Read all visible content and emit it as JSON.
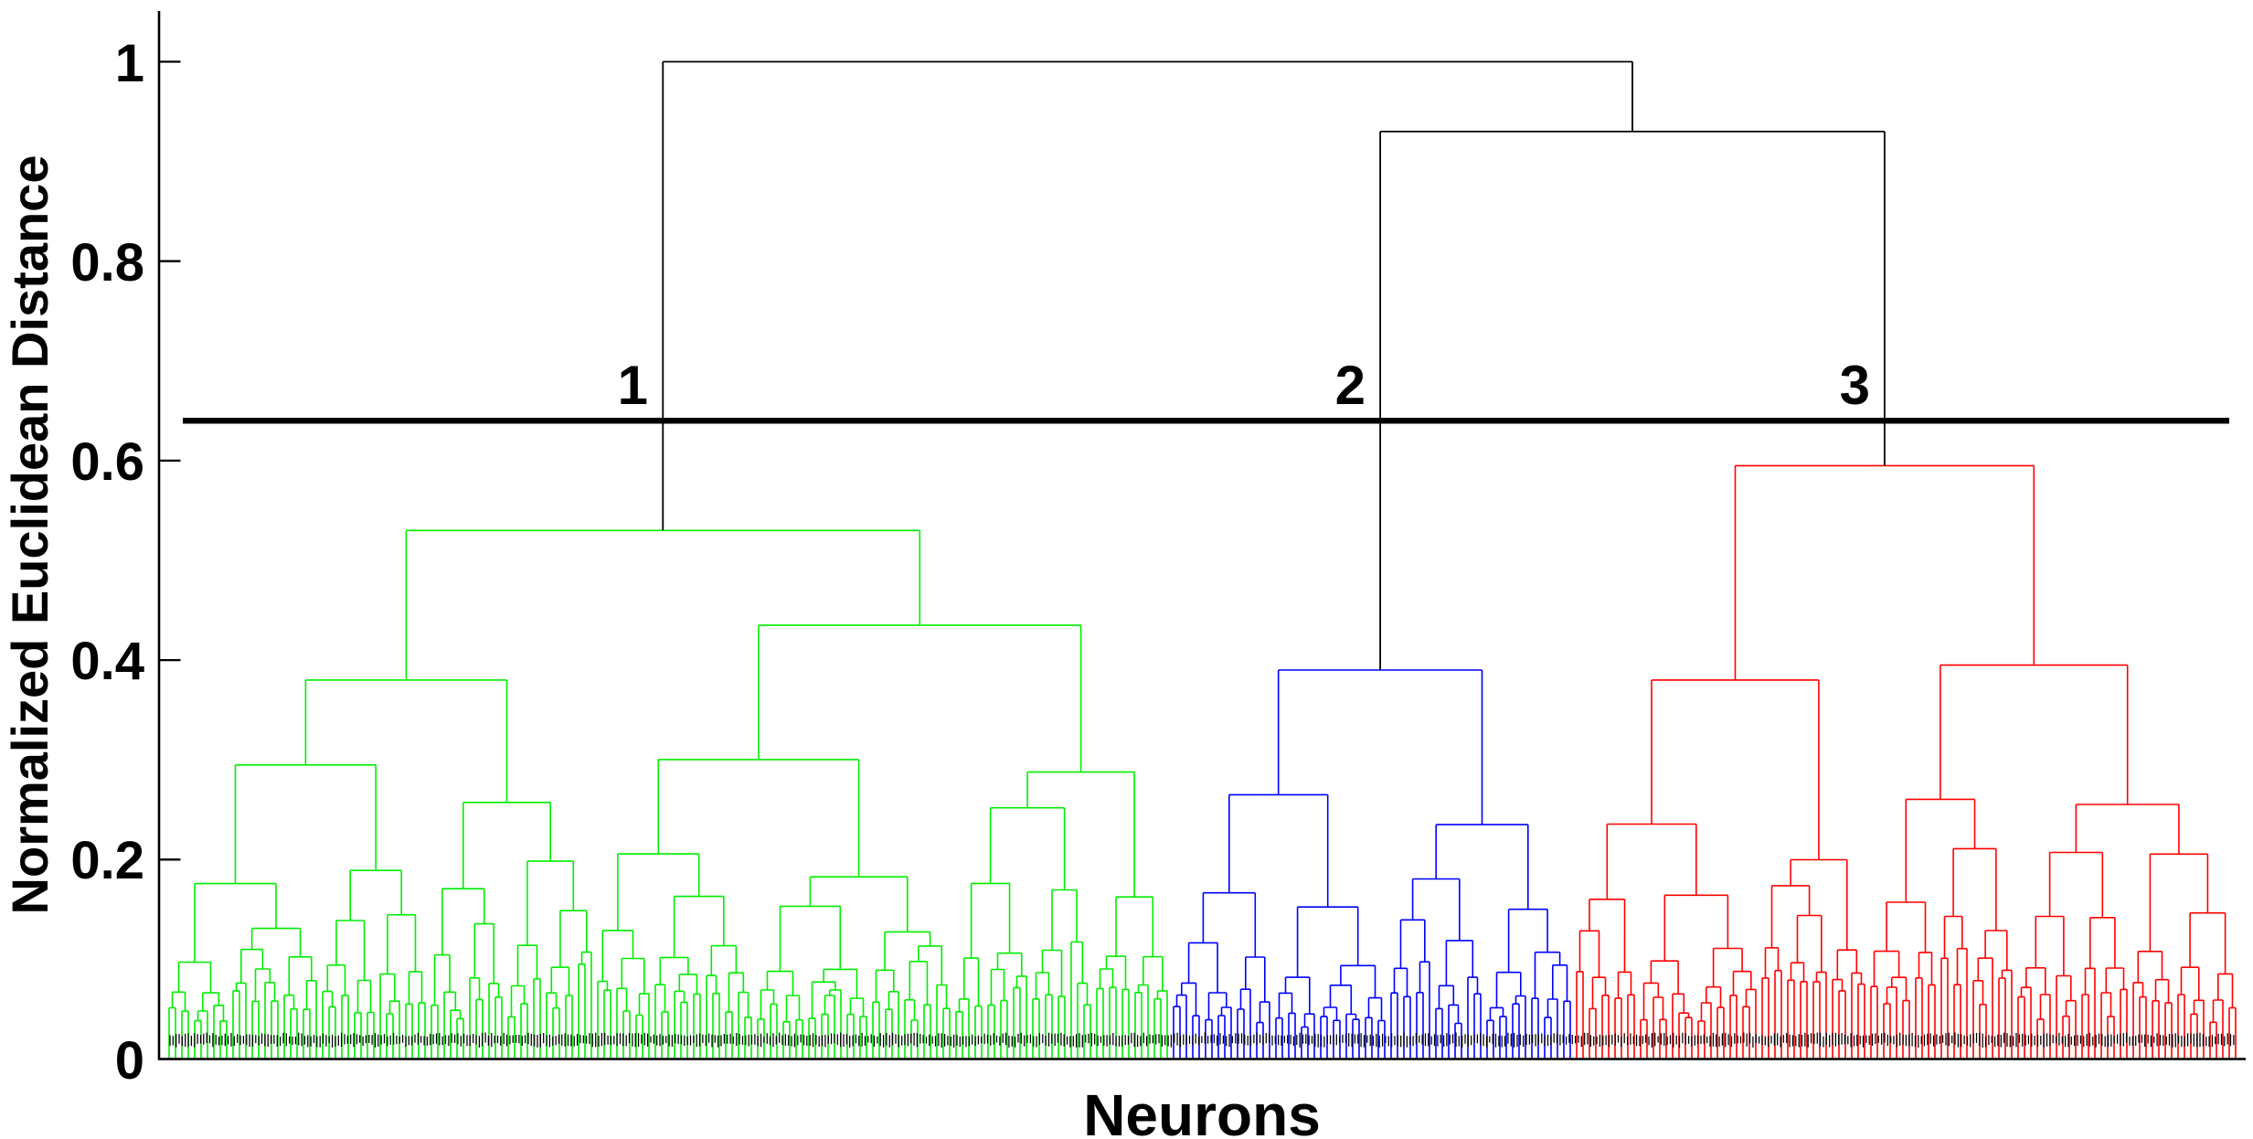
{
  "chart_data": {
    "type": "dendrogram",
    "title": "",
    "xlabel": "Neurons",
    "ylabel": "Normalized Euclidean Distance",
    "ylim": [
      0,
      1.05
    ],
    "yticks": [
      0,
      0.2,
      0.4,
      0.6,
      0.8,
      1
    ],
    "ytick_labels": [
      "0",
      "0.2",
      "0.4",
      "0.6",
      "0.8",
      "1"
    ],
    "grid": false,
    "legend": false,
    "axis_color": "#000000",
    "threshold_line": {
      "value": 0.64,
      "color": "#000000",
      "style": "solid",
      "thick": true
    },
    "root_merge_height": 1.0,
    "secondary_merge_height": 0.93,
    "above_threshold_link_color": "#000000",
    "leaf_axis": {
      "total_leaves": 324,
      "labels_illegible": true,
      "label_band_color": "#000000"
    },
    "clusters": [
      {
        "label": "1",
        "color": "#00ee00",
        "leaf_count": 157,
        "root_height": 0.53,
        "child_heights": [
          0.38,
          0.435
        ]
      },
      {
        "label": "2",
        "color": "#0000ff",
        "leaf_count": 63,
        "root_height": 0.39,
        "child_heights": [
          0.265,
          0.235
        ]
      },
      {
        "label": "3",
        "color": "#ff0000",
        "leaf_count": 104,
        "root_height": 0.595,
        "child_heights": [
          0.38,
          0.395
        ]
      }
    ]
  }
}
